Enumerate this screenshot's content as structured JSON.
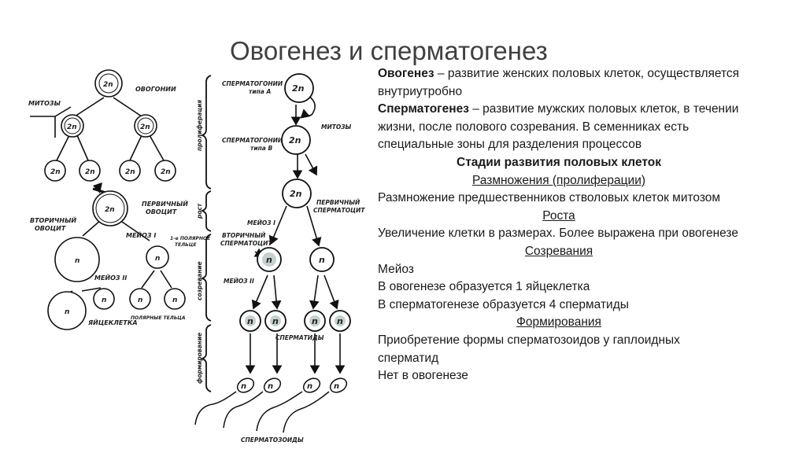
{
  "title": "Овогенез и сперматогенез",
  "diagram": {
    "oogenesis": {
      "oogonia_label": "ОВОГОНИИ",
      "mitoses_label": "МИТОЗЫ",
      "primary_oocyte_label": [
        "ПЕРВИЧНЫЙ",
        "ОВОЦИТ"
      ],
      "secondary_oocyte_label": [
        "ВТОРИЧНЫЙ",
        "ОВОЦИТ"
      ],
      "meiosis1_label": "МЕЙОЗ I",
      "first_polar_body_label": [
        "1-е ПОЛЯРНОЕ",
        "ТЕЛЬЦЕ"
      ],
      "meiosis2_label": "МЕЙОЗ II",
      "egg_label": "ЯЙЦЕКЛЕТКА",
      "polar_bodies_label": "ПОЛЯРНЫЕ ТЕЛЬЦА"
    },
    "spermatogenesis": {
      "stage_proliferation": "пролиферация",
      "stage_growth": "рост",
      "stage_maturation": "созревание",
      "stage_formation": "формирование",
      "spermatogonia_a_label": [
        "СПЕРМАТОГОНИИ",
        "типа А"
      ],
      "spermatogonia_b_label": [
        "СПЕРМАТОГОНИИ",
        "типа В"
      ],
      "mitoses_label": "МИТОЗЫ",
      "primary_spermatocyte_label": [
        "ПЕРВИЧНЫЙ",
        "СПЕРМАТОЦИТ"
      ],
      "meiosis1_label": "МЕЙОЗ I",
      "secondary_spermatocyte_label": [
        "ВТОРИЧНЫЙ",
        "СПЕРМАТОЦИТ"
      ],
      "meiosis2_label": "МЕЙОЗ II",
      "spermatids_label": "СПЕРМАТИДЫ",
      "spermatozoa_label": "СПЕРМАТОЗОИДЫ"
    },
    "ploidy_2n": "2n",
    "ploidy_n": "n"
  },
  "text": {
    "oogenesis_term": "Овогенез",
    "oogenesis_def": " – развитие женских половых клеток, осуществляется внутриутробно",
    "spermatogenesis_term": "Сперматогенез",
    "spermatogenesis_def": " – развитие мужских половых клеток, в течении жизни, после полового созревания. В семенниках есть специальные зоны для разделения процессов",
    "stages_heading": "Стадии развития половых клеток",
    "stages": [
      {
        "name": "Размножения (пролиферации)",
        "lines": [
          "Размножение предшественников стволовых клеток митозом"
        ]
      },
      {
        "name": "Роста",
        "lines": [
          "Увеличение клетки в размерах. Более выражена при овогенезе"
        ]
      },
      {
        "name": "Созревания",
        "lines": [
          "Мейоз",
          "В овогенезе образуется 1 яйцеклетка",
          "В сперматогенезе образуется 4 сперматиды"
        ]
      },
      {
        "name": "Формирования",
        "lines": [
          "Приобретение формы сперматозоидов у гаплоидных сперматид",
          "Нет в овогенезе"
        ]
      }
    ]
  }
}
